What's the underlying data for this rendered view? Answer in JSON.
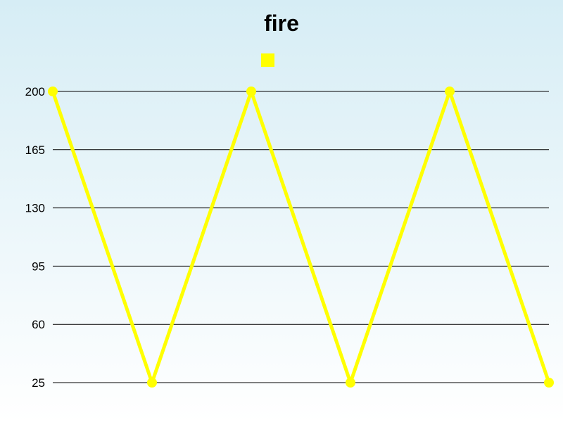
{
  "chart_data": {
    "type": "line",
    "title": "fire",
    "xlabel": "",
    "ylabel": "",
    "ylim": [
      25,
      200
    ],
    "yticks": [
      "200",
      "165",
      "130",
      "95",
      "60",
      "25"
    ],
    "grid": true,
    "legend_position": "top-center",
    "series": [
      {
        "name": "",
        "color": "#ffff00",
        "values": [
          200,
          25,
          200,
          25,
          200,
          25
        ]
      }
    ]
  }
}
